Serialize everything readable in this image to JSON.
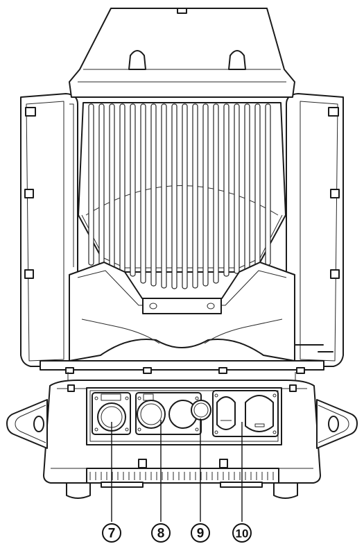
{
  "callouts": [
    {
      "label": "⑦",
      "text": "7"
    },
    {
      "label": "⑧",
      "text": "8"
    },
    {
      "label": "⑨",
      "text": "9"
    },
    {
      "label": "⑩",
      "text": "10"
    }
  ],
  "colors": {
    "line": "#1a1a1a",
    "background": "#ffffff"
  }
}
